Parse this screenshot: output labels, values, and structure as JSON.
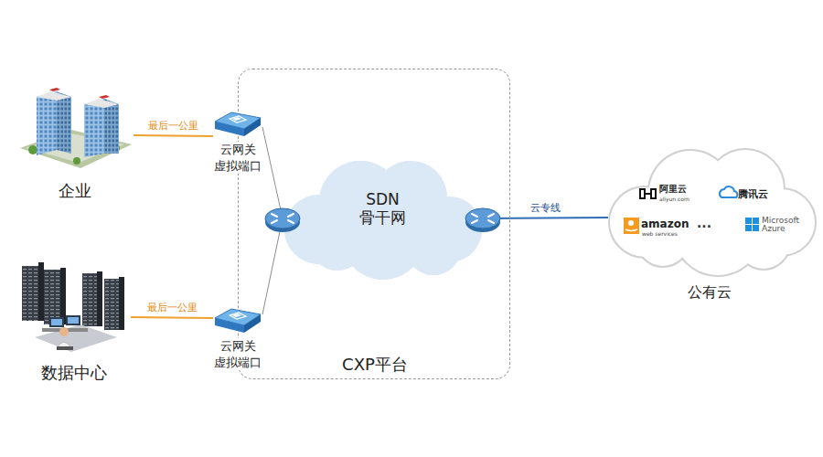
{
  "diagram": {
    "nodes": [
      {
        "text": [
          "企业"
        ]
      },
      {
        "text": [
          "数据中心"
        ]
      },
      {
        "text": [
          "CXP平台"
        ]
      },
      {
        "text": [
          "云网关 虚拟端口"
        ],
        "in": 2
      },
      {
        "text": [
          "SDN 骨干网"
        ],
        "in": 2
      },
      {
        "text": [
          "云网关 虚拟端口"
        ],
        "in": 2
      },
      {
        "text": [
          "公有云",
          "阿里云",
          "aliyun.com",
          "腾讯云",
          "amazon",
          "web services",
          "Microsoft Azure"
        ]
      }
    ],
    "edges": [
      {
        "from": 0,
        "to": 3,
        "label": "最后一公里",
        "arrow": "none"
      },
      {
        "from": 1,
        "to": 5,
        "label": "最后一公里",
        "arrow": "none"
      },
      {
        "from": 3,
        "to": 4,
        "arrow": "none"
      },
      {
        "from": 5,
        "to": 4,
        "arrow": "none"
      },
      {
        "from": 4,
        "to": 6,
        "label": "云专线",
        "arrow": "none"
      }
    ],
    "labels": [
      "···"
    ]
  }
}
